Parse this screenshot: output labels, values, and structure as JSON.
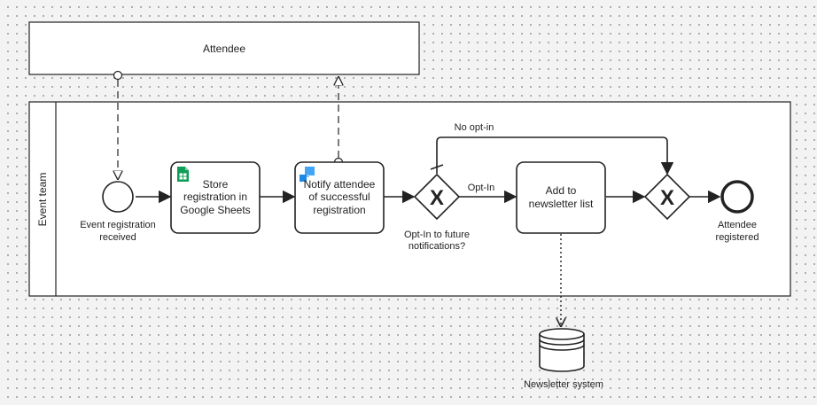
{
  "pool_attendee": {
    "label": "Attendee"
  },
  "pool_event_team": {
    "label": "Event team"
  },
  "start_event": {
    "label_lines": [
      "Event registration",
      "received"
    ]
  },
  "task_store": {
    "lines": [
      "Store",
      "registration in",
      "Google Sheets"
    ],
    "icon": "google-sheets-icon"
  },
  "task_notify": {
    "lines": [
      "Notify attendee",
      "of successful",
      "registration"
    ],
    "icon": "notification-service-icon"
  },
  "gateway_optin": {
    "marker": "X",
    "label_lines": [
      "Opt-In to future",
      "notifications?"
    ]
  },
  "flow_optin": {
    "label": "Opt-In"
  },
  "flow_no_optin": {
    "label": "No opt-in"
  },
  "task_add": {
    "lines": [
      "Add to",
      "newsletter list"
    ]
  },
  "gateway_merge": {
    "marker": "X"
  },
  "end_event": {
    "label_lines": [
      "Attendee",
      "registered"
    ]
  },
  "data_store": {
    "label": "Newsletter system"
  },
  "colors": {
    "stroke": "#222222",
    "sheets_green": "#0F9D58",
    "icon_blue": "#1E88E5",
    "icon_blue_light": "#42A5F5"
  }
}
